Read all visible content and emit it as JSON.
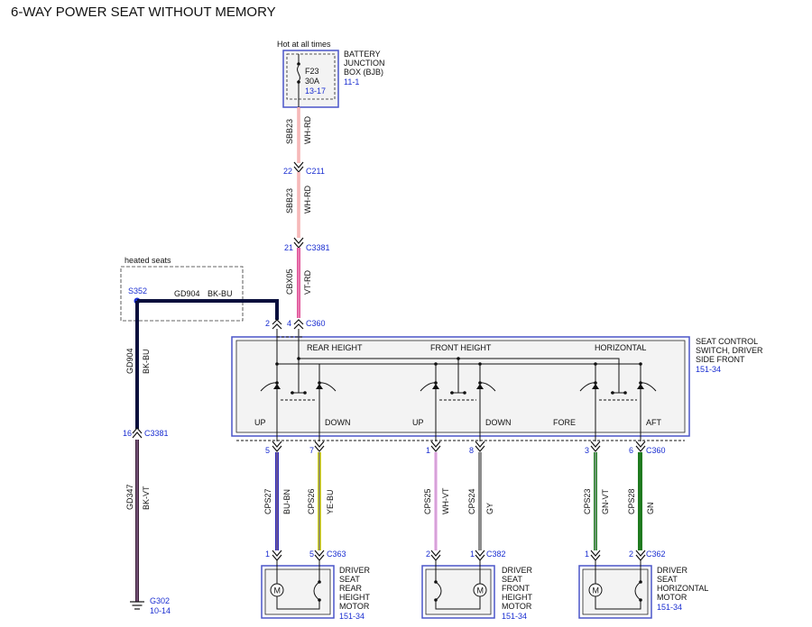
{
  "title": "6-WAY POWER SEAT WITHOUT MEMORY",
  "colors": {
    "link_blue": "#1a2ed1",
    "box_border": "#4a55c9",
    "wh_rd": "#f08a8a",
    "vt_rd": "#e0559a",
    "bk_bu": "#0a0f3d",
    "bk_vt": "#3a1f38",
    "bu_bn": "#2c28b8",
    "ye_bu": "#d8d81e",
    "wh_vt": "#f0c8f0",
    "gy": "#8c8c8c",
    "gn_vt": "#2c8a2c",
    "gn": "#1f7a1f"
  },
  "bjb": {
    "hot_label": "Hot at all times",
    "name_lines": [
      "BATTERY",
      "JUNCTION",
      "BOX (BJB)"
    ],
    "ref": "11-1",
    "fuse_name": "F23",
    "fuse_rating": "30A",
    "fuse_ref": "13-17"
  },
  "connectors": {
    "c211": {
      "pin": "22",
      "name": "C211"
    },
    "c3381_top": {
      "pin": "21",
      "name": "C3381"
    },
    "c360_top": {
      "pin_a": "2",
      "pin_b": "4",
      "name": "C360"
    },
    "c3381_left": {
      "pin": "16",
      "name": "C3381"
    },
    "c360_bottom": {
      "pins": [
        "5",
        "7",
        "1",
        "8",
        "3",
        "6"
      ],
      "name": "C360"
    },
    "c363": {
      "pin_a": "1",
      "pin_b": "5",
      "name": "C363"
    },
    "c382": {
      "pin_a": "2",
      "pin_b": "1",
      "name": "C382"
    },
    "c362": {
      "pin_a": "1",
      "pin_b": "2",
      "name": "C362"
    }
  },
  "wires": {
    "sbb23_upper": {
      "circuit": "SBB23",
      "color": "WH-RD"
    },
    "sbb23_lower": {
      "circuit": "SBB23",
      "color": "WH-RD"
    },
    "cbx05": {
      "circuit": "CBX05",
      "color": "VT-RD"
    },
    "gd904_h": {
      "circuit": "GD904",
      "color": "BK-BU"
    },
    "gd904_v": {
      "circuit": "GD904",
      "color": "BK-BU"
    },
    "gd347": {
      "circuit": "GD347",
      "color": "BK-VT"
    },
    "cps27": {
      "circuit": "CPS27",
      "color": "BU-BN"
    },
    "cps26": {
      "circuit": "CPS26",
      "color": "YE-BU"
    },
    "cps25": {
      "circuit": "CPS25",
      "color": "WH-VT"
    },
    "cps24": {
      "circuit": "CPS24",
      "color": "GY"
    },
    "cps23": {
      "circuit": "CPS23",
      "color": "GN-VT"
    },
    "cps28": {
      "circuit": "CPS28",
      "color": "GN"
    }
  },
  "heated_seats": {
    "label": "heated seats",
    "splice": "S352"
  },
  "switch": {
    "name_lines": [
      "SEAT CONTROL",
      "SWITCH, DRIVER",
      "SIDE FRONT"
    ],
    "ref": "151-34",
    "sections": [
      "REAR HEIGHT",
      "FRONT HEIGHT",
      "HORIZONTAL"
    ],
    "positions": [
      "UP",
      "DOWN",
      "UP",
      "DOWN",
      "FORE",
      "AFT"
    ]
  },
  "ground": {
    "name": "G302",
    "ref": "10-14"
  },
  "motors": [
    {
      "lines": [
        "DRIVER",
        "SEAT",
        "REAR",
        "HEIGHT",
        "MOTOR"
      ],
      "ref": "151-34"
    },
    {
      "lines": [
        "DRIVER",
        "SEAT",
        "FRONT",
        "HEIGHT",
        "MOTOR"
      ],
      "ref": "151-34"
    },
    {
      "lines": [
        "DRIVER",
        "SEAT",
        "HORIZONTAL",
        "MOTOR"
      ],
      "ref": "151-34"
    }
  ],
  "motor_symbol": "M"
}
